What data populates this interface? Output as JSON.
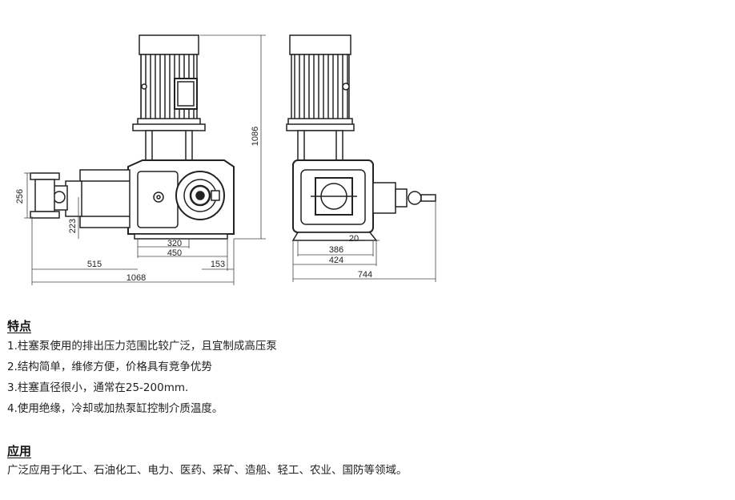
{
  "drawing": {
    "dimensions": {
      "height_total": "1086",
      "inlet_height": "256",
      "shaft_height": "223",
      "base_width": "320",
      "base_length": "450",
      "base_offset": "153",
      "inlet_offset": "515",
      "length_total": "1068",
      "bolt_offset": "20",
      "foot_spacing": "386",
      "foot_width": "424",
      "width_total": "744"
    }
  },
  "features": {
    "title": "特点",
    "items": [
      "1.柱塞泵使用的排出压力范围比较广泛，且宜制成高压泵",
      "2.结构简单，维修方便，价格具有竞争优势",
      "3.柱塞直径很小，通常在25-200mm.",
      "4.使用绝缘，冷却或加热泵缸控制介质温度。"
    ]
  },
  "application": {
    "title": "应用",
    "text": "广泛应用于化工、石油化工、电力、医药、采矿、造船、轻工、农业、国防等领域。"
  }
}
